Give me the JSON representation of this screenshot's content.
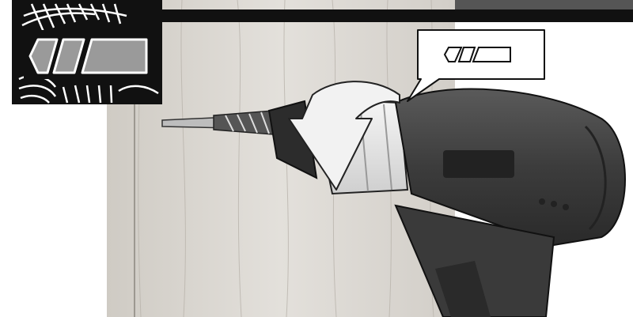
{
  "illustration": {
    "subject": "cordless-drill-drilling-into-wood",
    "material_symbol": "wood-grain-icon",
    "speed_indicator_inset": {
      "filled_segments": 3,
      "total_segments": 3
    },
    "callout_speed_indicator": {
      "filled_segments": 0,
      "total_segments": 3
    },
    "rotation_direction": "clockwise"
  },
  "colors": {
    "frame": "#111111",
    "wood": "#dedbd6",
    "drill_body": "#3a3a3a",
    "collar": "#e8e8e8",
    "segment_fill": "#9a9a9a",
    "arrow": "#eeeeee"
  }
}
